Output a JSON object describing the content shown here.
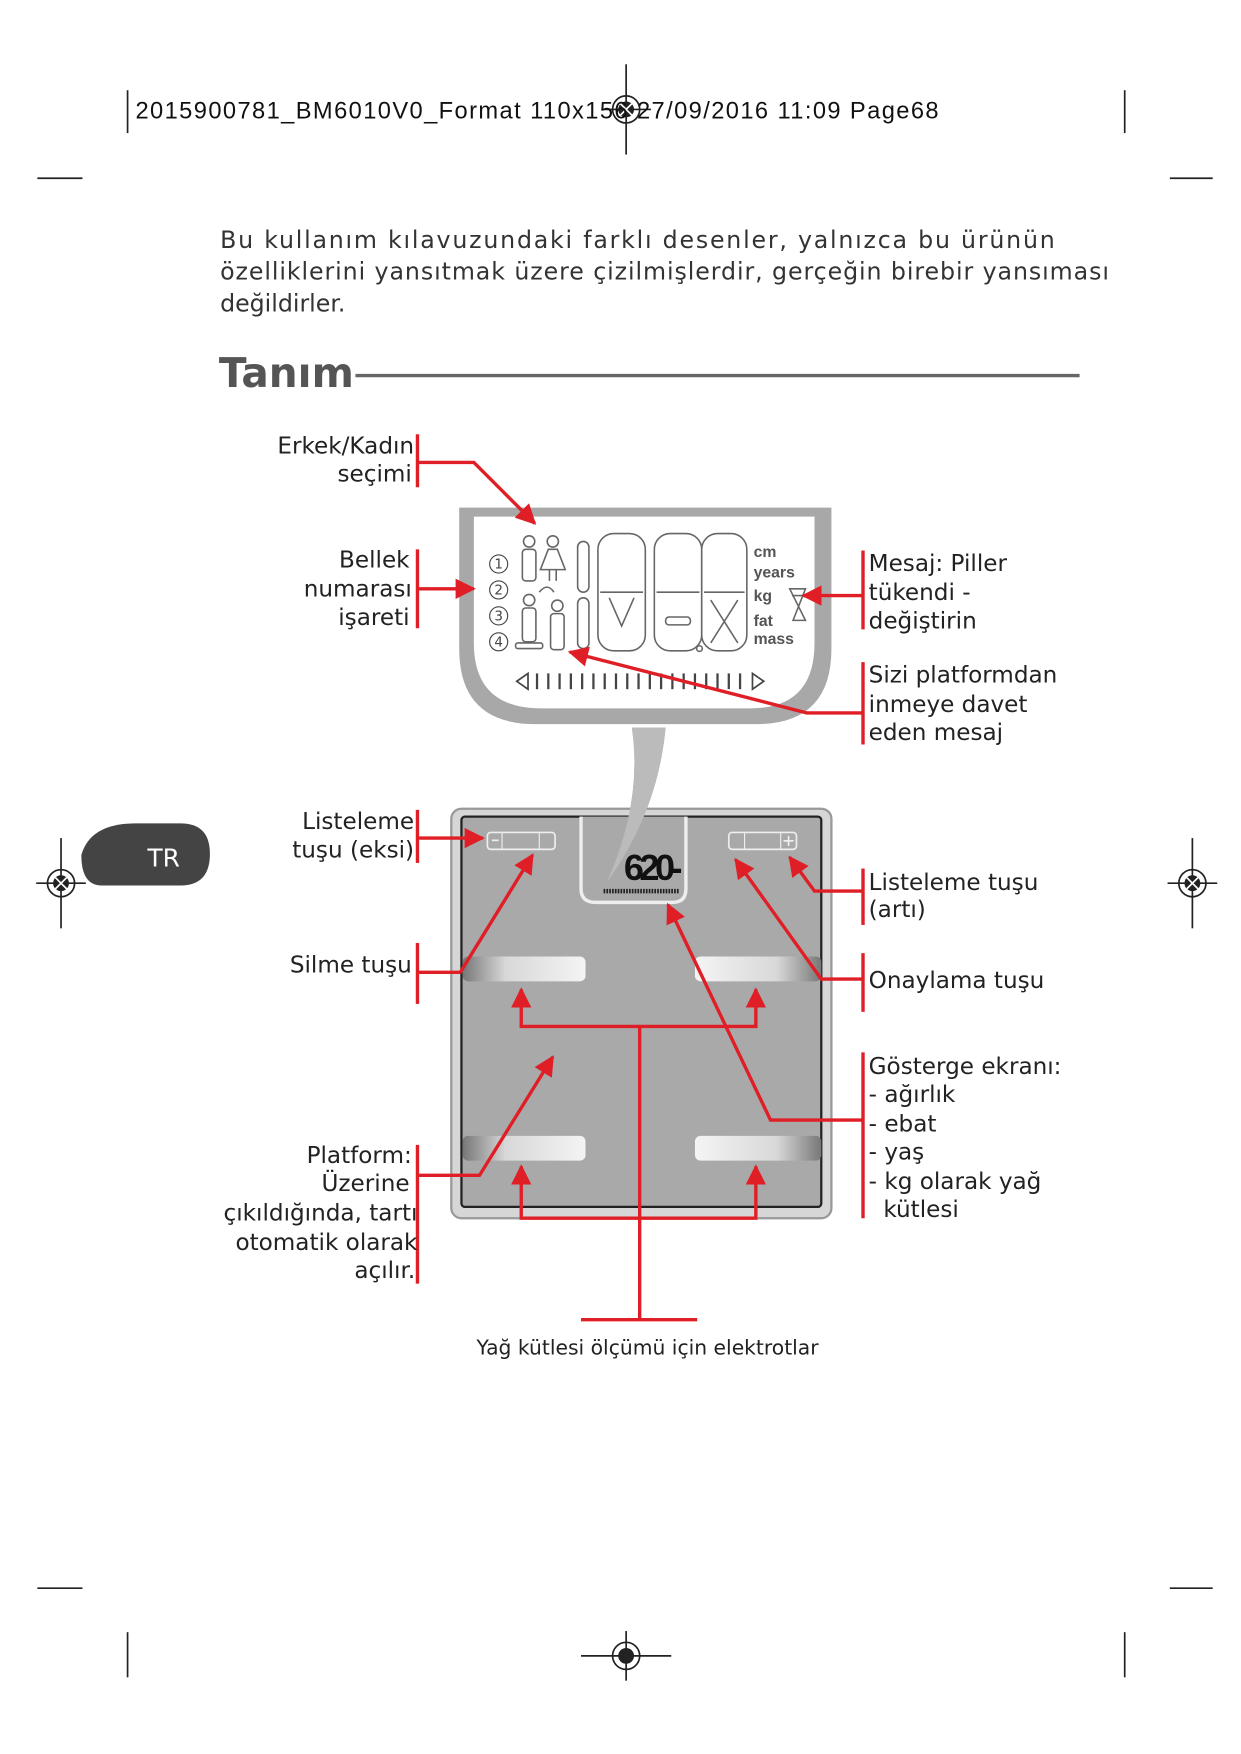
{
  "header": {
    "print_line": "2015900781_BM6010V0_Format 110x156  27/09/2016  11:09  Page68"
  },
  "intro": {
    "lines": [
      "Bu kullanım kılavuzundaki farklı desenler, yalnızca bu ürünün",
      "özelliklerini yansıtmak üzere çizilmişlerdir, gerçeğin birebir yansıması",
      "değildirler."
    ]
  },
  "section_title": "Tanım",
  "language_tab": "TR",
  "lcd": {
    "units": [
      "cm",
      "years",
      "kg",
      "fat",
      "mass"
    ],
    "memory_numbers": [
      "1",
      "2",
      "3",
      "4"
    ]
  },
  "scale_display": {
    "reading": "620-"
  },
  "labels": {
    "gender_select": [
      "Erkek/Kadın",
      "seçimi"
    ],
    "memory_indicator": [
      "Bellek",
      "numarası",
      "işareti"
    ],
    "battery_message": [
      "Mesaj: Piller",
      "tükendi -",
      "değiştirin"
    ],
    "step_off_message": [
      "Sizi platformdan",
      "inmeye davet",
      "eden mesaj"
    ],
    "list_minus": [
      "Listeleme",
      "tuşu (eksi)"
    ],
    "delete_key": [
      "Silme tuşu"
    ],
    "platform": [
      "Platform:",
      "Üzerine",
      "çıkıldığında, tartı",
      "otomatik olarak",
      "açılır."
    ],
    "list_plus": [
      "Listeleme tuşu",
      "(artı)"
    ],
    "confirm_key": [
      "Onaylama tuşu"
    ],
    "display": [
      "Gösterge ekranı:",
      "- ağırlık",
      "- ebat",
      "- yaş",
      "- kg olarak yağ",
      "  kütlesi"
    ],
    "electrodes": "Yağ kütlesi ölçümü için elektrotlar"
  },
  "colors": {
    "callout": "#e01e26",
    "scale_body": "#a9a9a9",
    "text": "#333333"
  }
}
